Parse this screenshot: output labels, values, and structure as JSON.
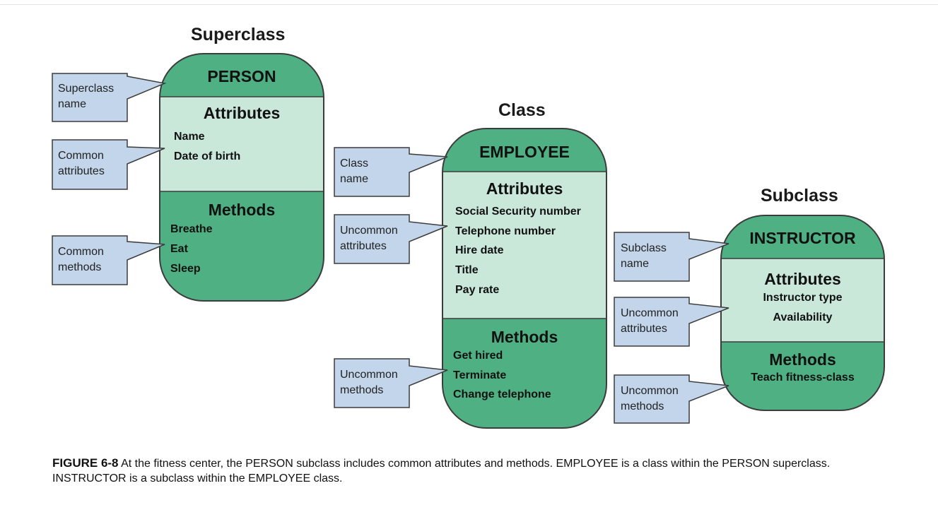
{
  "headings": {
    "superclass": "Superclass",
    "class": "Class",
    "subclass": "Subclass"
  },
  "person": {
    "name": "PERSON",
    "attributes_title": "Attributes",
    "attributes": [
      "Name",
      "Date of birth"
    ],
    "methods_title": "Methods",
    "methods": [
      "Breathe",
      "Eat",
      "Sleep"
    ]
  },
  "employee": {
    "name": "EMPLOYEE",
    "attributes_title": "Attributes",
    "attributes": [
      "Social Security number",
      "Telephone number",
      "Hire date",
      "Title",
      "Pay rate"
    ],
    "methods_title": "Methods",
    "methods": [
      "Get hired",
      "Terminate",
      "Change telephone"
    ]
  },
  "instructor": {
    "name": "INSTRUCTOR",
    "attributes_title": "Attributes",
    "attributes": [
      "Instructor type",
      "Availability"
    ],
    "methods_title": "Methods",
    "methods": [
      "Teach fitness-class"
    ]
  },
  "callouts": {
    "superclass_name": [
      "Superclass",
      "name"
    ],
    "common_attributes": [
      "Common",
      "attributes"
    ],
    "common_methods": [
      "Common",
      "methods"
    ],
    "class_name": [
      "Class",
      "name"
    ],
    "emp_uncommon_attributes": [
      "Uncommon",
      "attributes"
    ],
    "emp_uncommon_methods": [
      "Uncommon",
      "methods"
    ],
    "subclass_name": [
      "Subclass",
      "name"
    ],
    "inst_uncommon_attributes": [
      "Uncommon",
      "attributes"
    ],
    "inst_uncommon_methods": [
      "Uncommon",
      "methods"
    ]
  },
  "caption": {
    "figure_label": "FIGURE 6-8",
    "text": " At the fitness center, the PERSON subclass includes common attributes and methods. EMPLOYEE is a class within the PERSON superclass. INSTRUCTOR is a subclass within the EMPLOYEE class."
  },
  "colors": {
    "dark_green": "#4fb083",
    "light_green": "#c9e8da",
    "callout_blue": "#c3d5ea",
    "outline": "#3c3c3c"
  }
}
